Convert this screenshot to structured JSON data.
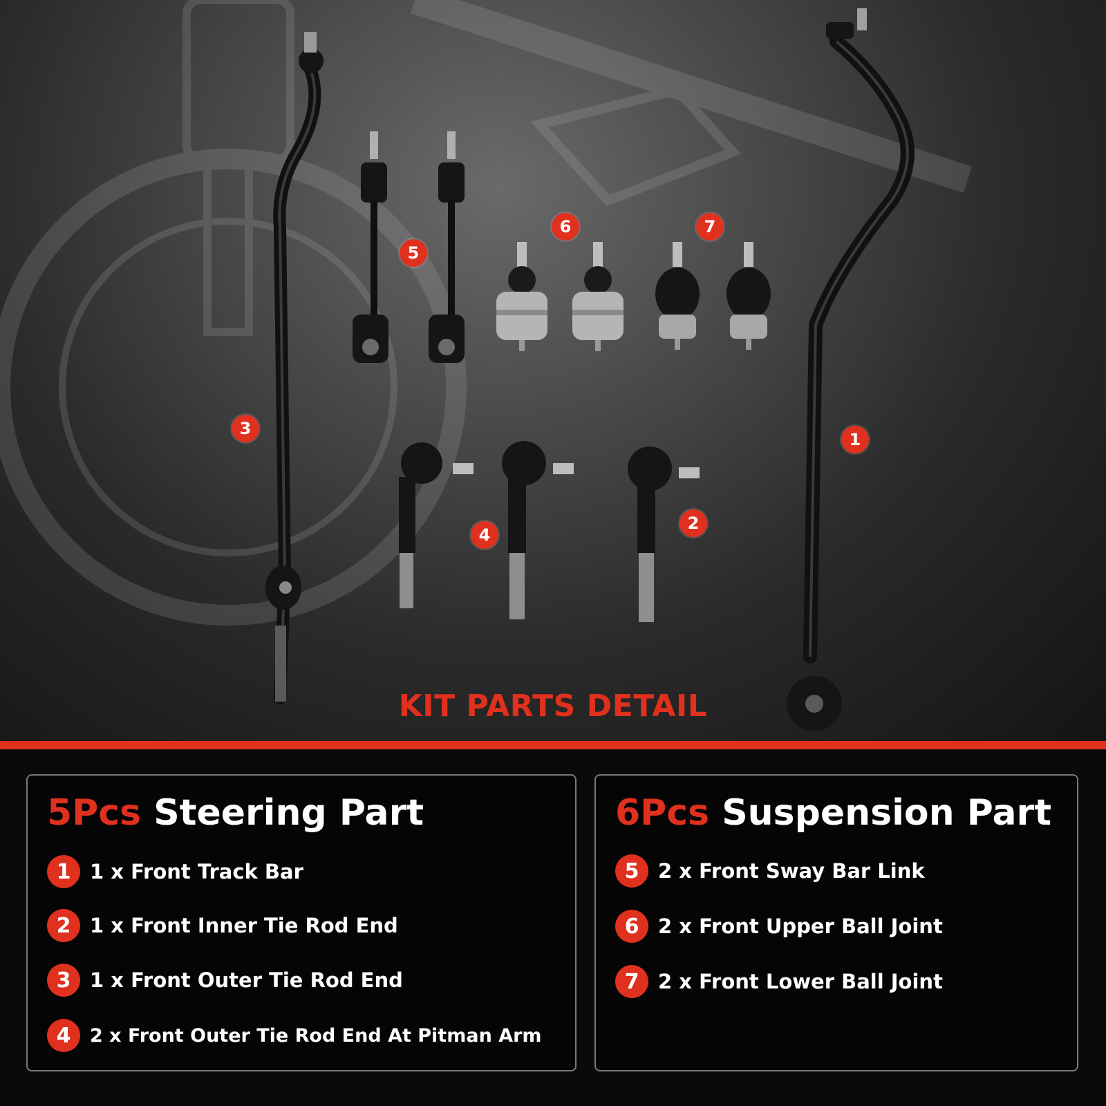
{
  "hero": {
    "headline": "KIT PARTS DETAIL",
    "callouts": [
      "1",
      "2",
      "3",
      "4",
      "5",
      "6",
      "7"
    ]
  },
  "steering": {
    "count": "5Pcs",
    "title": "Steering Part",
    "items": [
      {
        "num": "1",
        "text": "1 x Front Track Bar"
      },
      {
        "num": "2",
        "text": "1 x Front Inner Tie Rod End"
      },
      {
        "num": "3",
        "text": "1 x Front Outer Tie Rod End"
      },
      {
        "num": "4",
        "text": "2 x Front Outer Tie Rod End At Pitman Arm"
      }
    ]
  },
  "suspension": {
    "count": "6Pcs",
    "title": "Suspension Part",
    "items": [
      {
        "num": "5",
        "text": "2 x Front Sway Bar Link"
      },
      {
        "num": "6",
        "text": "2 x Front Upper Ball Joint"
      },
      {
        "num": "7",
        "text": "2 x Front Lower Ball Joint"
      }
    ]
  },
  "colors": {
    "accent": "#e0301e",
    "background": "#0a0a0a",
    "border": "#7a7a7a"
  }
}
